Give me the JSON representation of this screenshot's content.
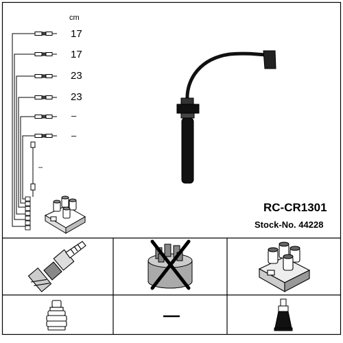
{
  "lengths": {
    "unit": "cm",
    "rows": [
      "17",
      "17",
      "23",
      "23",
      "–",
      "–"
    ],
    "extra": "–"
  },
  "product": {
    "part_number": "RC-CR1301",
    "stock_label": "Stock-No. 44228"
  },
  "components": {
    "spark_plug_icon": "spark-plug-icon",
    "distributor_cap_icon": "distributor-cap-icon",
    "ignition_coil_icon": "ignition-coil-icon",
    "plug_boot_icon": "plug-boot-icon",
    "coil_boot_icon": "coil-boot-icon",
    "no_cap_mark": "–"
  }
}
